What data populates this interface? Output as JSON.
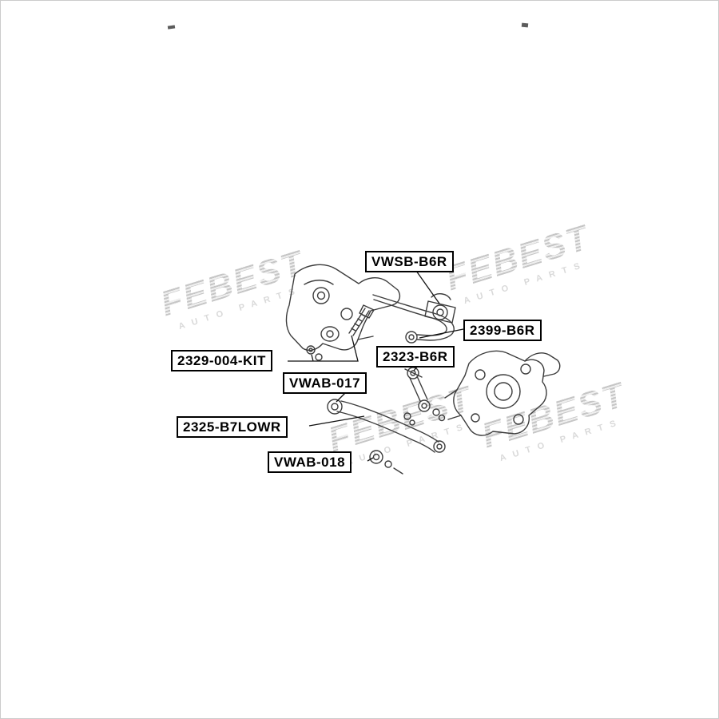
{
  "page": {
    "background": "#ffffff",
    "border_color": "#cccccc"
  },
  "watermark": {
    "brand": "FEBEST",
    "subtext": "AUTO PARTS",
    "color": "#d4d4d4"
  },
  "diagram": {
    "stroke_color": "#3c3c3c",
    "leader_color": "#111111",
    "description": "Rear suspension exploded parts diagram"
  },
  "labels": [
    {
      "part": "VWSB-B6R"
    },
    {
      "part": "2399-B6R"
    },
    {
      "part": "2323-B6R"
    },
    {
      "part": "2329-004-KIT"
    },
    {
      "part": "VWAB-017"
    },
    {
      "part": "2325-B7LOWR"
    },
    {
      "part": "VWAB-018"
    }
  ]
}
